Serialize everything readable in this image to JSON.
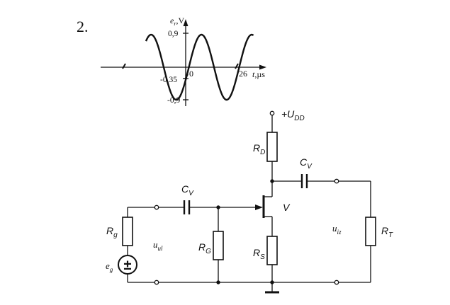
{
  "problem_number": "2.",
  "graph": {
    "y_axis_label": "e",
    "y_axis_label_sub": "r",
    "y_axis_unit": ",V",
    "x_axis_label": "t",
    "x_axis_unit": ",µs",
    "origin_label": "0",
    "tick_pos": "0,9",
    "tick_mid": "-0,35",
    "tick_neg": "-0,9",
    "tick_period": "26"
  },
  "chart_data": {
    "type": "line",
    "title": "",
    "xlabel": "t,µs",
    "ylabel": "e_r,V",
    "amplitude": 0.9,
    "offset_at_t0": -0.35,
    "period": 26,
    "x_ticks": [
      0,
      26
    ],
    "y_ticks": [
      0.9,
      -0.35,
      -0.9
    ]
  },
  "circuit": {
    "supply": "+U",
    "supply_sub": "DD",
    "rd": "R",
    "rd_sub": "D",
    "cv_out": "C",
    "cv_out_sub": "V",
    "cv_in": "C",
    "cv_in_sub": "V",
    "transistor": "V",
    "rg": "R",
    "rg_sub": "g",
    "rgate": "R",
    "rgate_sub": "G",
    "rs": "R",
    "rs_sub": "S",
    "rt": "R",
    "rt_sub": "T",
    "source": "e",
    "source_sub": "g",
    "u_in": "u",
    "u_in_sub": "ul",
    "u_out": "u",
    "u_out_sub": "iz",
    "source_symbol": "±"
  }
}
